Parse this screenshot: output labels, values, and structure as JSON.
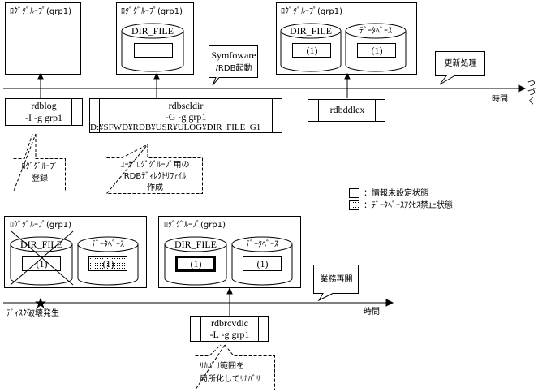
{
  "top": {
    "timeline_label": "時間",
    "continue_label": [
      "つ",
      "づ",
      "く"
    ],
    "group_boxes": [
      {
        "title": "ﾛｸﾞｸﾞﾙｰﾌﾟ(grp1)"
      },
      {
        "title": "ﾛｸﾞｸﾞﾙｰﾌﾟ(grp1)",
        "cylinders": [
          {
            "label": "DIR_FILE",
            "inner": ""
          }
        ]
      },
      {
        "title": "ﾛｸﾞｸﾞﾙｰﾌﾟ(grp1)",
        "cylinders": [
          {
            "label": "DIR_FILE",
            "inner": "(1)"
          },
          {
            "label": "ﾃﾞｰﾀﾍﾞｰｽ",
            "inner": "(1)"
          }
        ]
      }
    ],
    "callouts": [
      {
        "line1": "Symfoware",
        "line2": "/RDB起動"
      },
      {
        "line1": "更新処理"
      }
    ],
    "commands": [
      {
        "lines": [
          "rdblog",
          "-I -g grp1"
        ]
      },
      {
        "lines": [
          "rdbscldir",
          "-G -g grp1",
          "D:¥SFWD¥RDB¥USR¥ULOG¥DIR_FILE_G1"
        ]
      },
      {
        "lines": [
          "rdbddlex"
        ]
      }
    ],
    "notes": [
      {
        "lines": [
          "ﾛｸﾞｸﾞﾙｰﾌﾟ",
          "登録"
        ]
      },
      {
        "lines": [
          "ﾕｰｻﾞﾛｸﾞｸﾞﾙｰﾌﾟ用の",
          "RDBﾃﾞｨﾚｸﾄﾘﾌｧｲﾙ",
          "作成"
        ]
      }
    ]
  },
  "legend": [
    {
      "symbol": "empty",
      "label": "：情報未設定状態"
    },
    {
      "symbol": "dotted",
      "label": "：ﾃﾞｰﾀﾍﾞｰｽｱｸｾｽ禁止状態"
    }
  ],
  "bottom": {
    "timeline_label": "時間",
    "event_label": "ﾃﾞｨｽｸ破壊発生",
    "group_boxes": [
      {
        "title": "ﾛｸﾞｸﾞﾙｰﾌﾟ(grp1)",
        "cylinders": [
          {
            "label": "DIR_FILE",
            "inner": "(1)",
            "state": "destroyed"
          },
          {
            "label": "ﾃﾞｰﾀﾍﾞｰｽ",
            "inner": "(1)",
            "state": "access-prohibited"
          }
        ]
      },
      {
        "title": "ﾛｸﾞｸﾞﾙｰﾌﾟ(grp1)",
        "cylinders": [
          {
            "label": "DIR_FILE",
            "inner": "(1)",
            "state": "recovered"
          },
          {
            "label": "ﾃﾞｰﾀﾍﾞｰｽ",
            "inner": "(1)",
            "state": "normal"
          }
        ]
      }
    ],
    "callout": {
      "line1": "業務再開"
    },
    "command": {
      "lines": [
        "rdbrcvdic",
        "-L -g grp1"
      ]
    },
    "note": {
      "lines": [
        "ﾘｶﾊﾞﾘ範囲を",
        "局所化してﾘｶﾊﾞﾘ"
      ]
    }
  }
}
